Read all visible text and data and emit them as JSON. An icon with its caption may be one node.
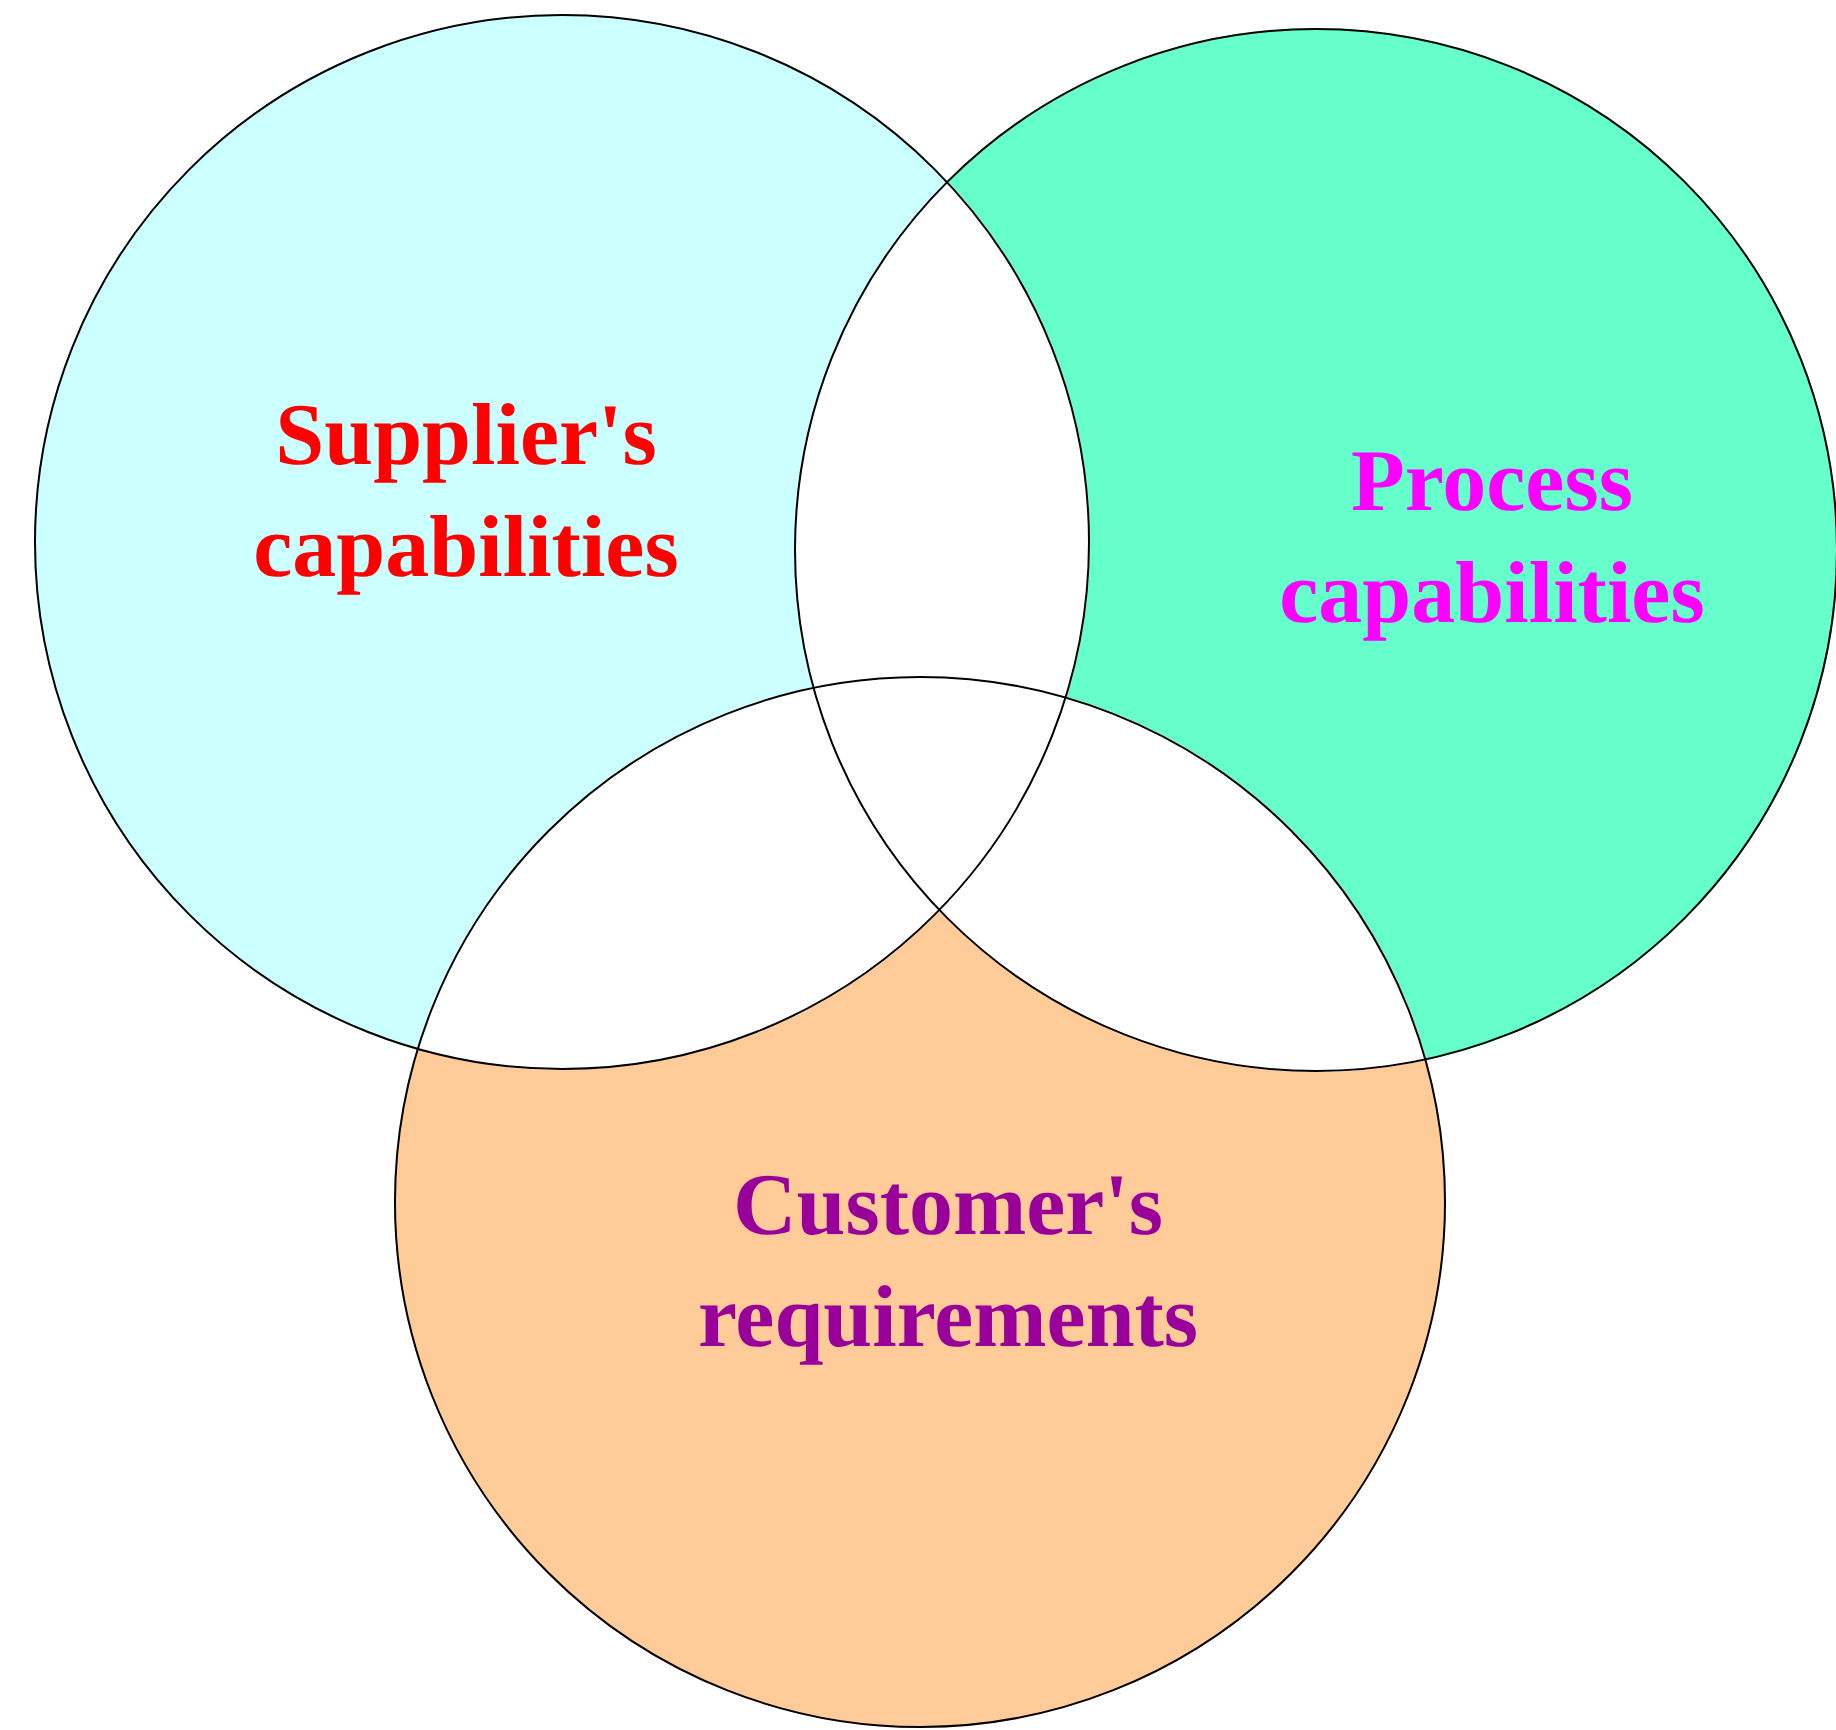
{
  "diagram": {
    "nodes": [
      {
        "text": [
          "Supplier's capabilities"
        ]
      },
      {
        "text": [
          "Process capabilities"
        ]
      },
      {
        "text": [
          "Customer's requirements"
        ]
      }
    ]
  }
}
